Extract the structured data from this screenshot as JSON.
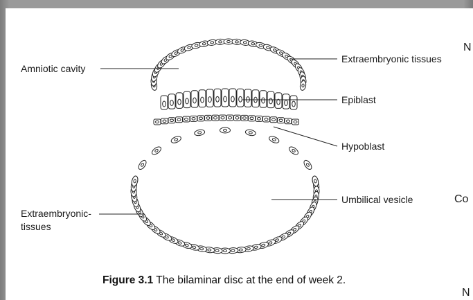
{
  "labels": {
    "amniotic_cavity": "Amniotic cavity",
    "extraembryonic_tissues_top": "Extraembryonic tissues",
    "epiblast": "Epiblast",
    "hypoblast": "Hypoblast",
    "umbilical_vesicle": "Umbilical vesicle",
    "extraembryonic_tissues_left_line1": "Extraembryonic-",
    "extraembryonic_tissues_left_line2": "tissues"
  },
  "caption": {
    "figure_number": "Figure 3.1",
    "text": "The bilaminar disc at the end of week 2."
  },
  "margin_fragments": {
    "top": "N",
    "middle": "Co",
    "bottom": "N"
  },
  "colors": {
    "paper": "#ffffff",
    "ink": "#1a1a1a",
    "background": "#8a8a8a"
  }
}
